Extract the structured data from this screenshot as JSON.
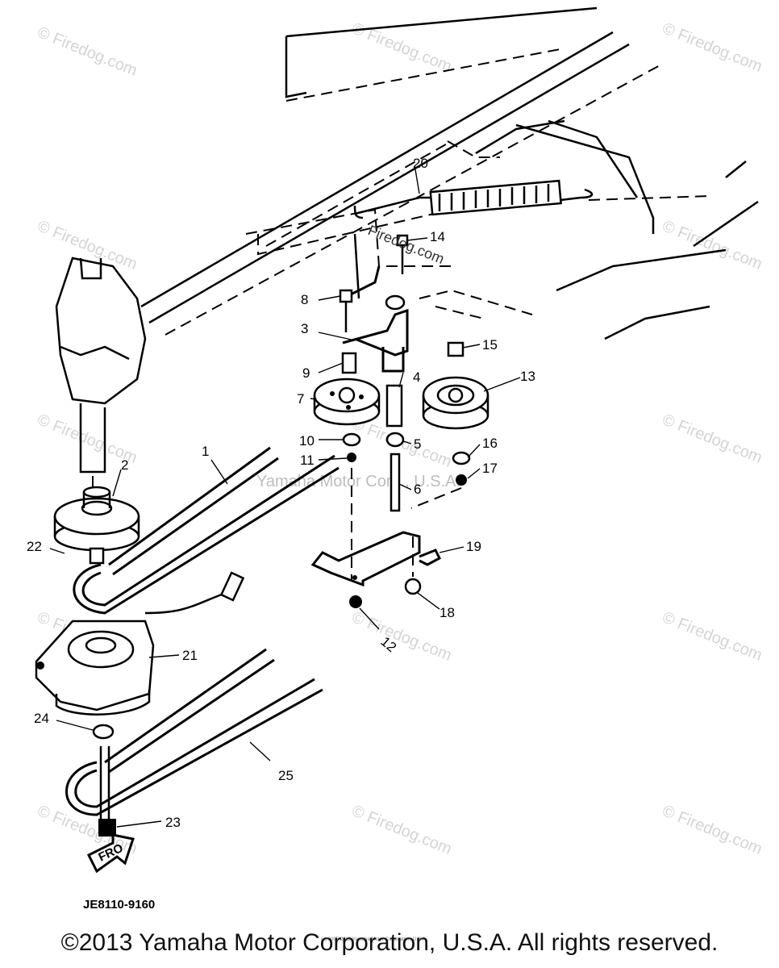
{
  "watermarks": {
    "firedog": "© Firedog.com",
    "firedog_inline": "Firedog.com",
    "corporate": "Yamaha Motor Corp., U.S.A."
  },
  "parts": {
    "p1": "1",
    "p2": "2",
    "p3": "3",
    "p4": "4",
    "p5": "5",
    "p6": "6",
    "p7": "7",
    "p8": "8",
    "p9": "9",
    "p10": "10",
    "p11": "11",
    "p12": "12",
    "p13": "13",
    "p14": "14",
    "p15": "15",
    "p16": "16",
    "p17": "17",
    "p18": "18",
    "p19": "19",
    "p20": "20",
    "p21": "21",
    "p22": "22",
    "p23": "23",
    "p24": "24",
    "p25": "25"
  },
  "arrow_label": "FRO",
  "drawing_code": "JE8110-9160",
  "small_copyright": "(c) 2005-2015 Yamaha Motor Corporation, U.S.A.",
  "footer": "©2013 Yamaha Motor Corporation, U.S.A. All rights reserved."
}
